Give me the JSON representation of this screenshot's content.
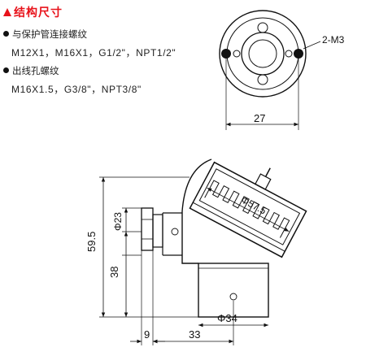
{
  "header": {
    "title": "结构尺寸"
  },
  "specs": [
    {
      "label": "与保护管连接螺纹",
      "values": "M12X1，M16X1，G1/2\"，NPT1/2\""
    },
    {
      "label": "出线孔螺纹",
      "values": "M16X1.5，G3/8\"，NPT3/8\""
    }
  ],
  "dimensions": {
    "screw": "2-M3",
    "top_width": "27",
    "cap_dia": "Φ57.5",
    "nut_dia": "Φ23",
    "height_total": "59.5",
    "height_lower": "38",
    "base_dia": "Φ34",
    "offset": "9",
    "width": "33"
  }
}
